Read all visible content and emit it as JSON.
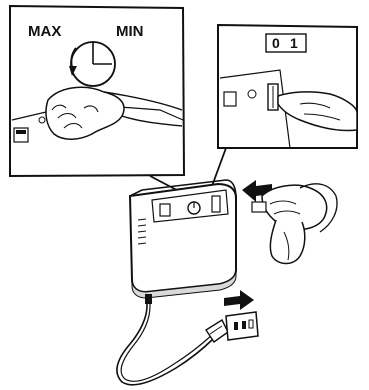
{
  "knob_panel": {
    "label_max": "MAX",
    "label_min": "MIN"
  },
  "switch_panel": {
    "digit_0": "0",
    "digit_1": "1"
  },
  "icons": {
    "rotate_arrow": "rotate-counterclockwise-arrow-icon",
    "arrow_left": "arrow-left-icon",
    "arrow_right": "arrow-right-icon"
  },
  "colors": {
    "ink": "#111111",
    "paper": "#ffffff",
    "shade": "#d9d9d9"
  }
}
